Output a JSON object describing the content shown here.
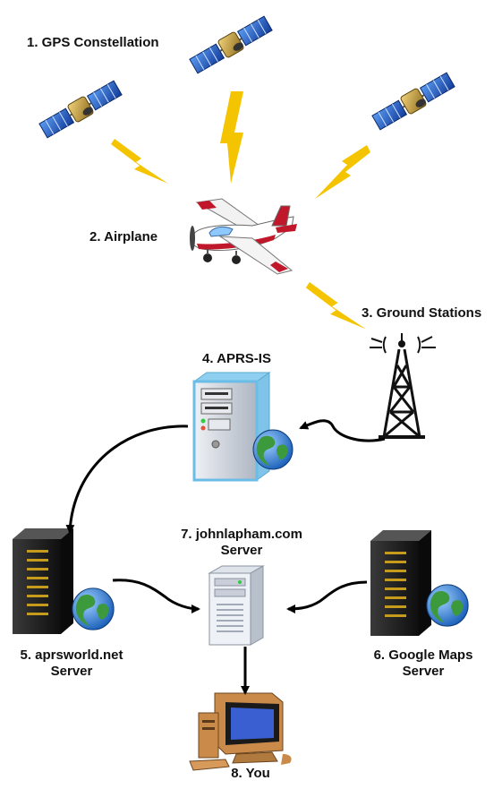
{
  "labels": {
    "gps": "1. GPS Constellation",
    "airplane": "2. Airplane",
    "ground": "3. Ground Stations",
    "aprs_is": "4. APRS-IS",
    "aprsworld_1": "5. aprsworld.net",
    "aprsworld_2": "Server",
    "google_1": "6. Google Maps",
    "google_2": "Server",
    "johnlapham_1": "7. johnlapham.com",
    "johnlapham_2": "Server",
    "you": "8. You"
  },
  "colors": {
    "lightning": "#f5c400",
    "satellite_panel": "#1f5fc8",
    "satellite_body": "#c9a23a",
    "plane_red": "#c0182a",
    "server_dark": "#1c1c1c",
    "server_light": "#d9dde3",
    "globe_ocean": "#2f7fd6",
    "globe_land": "#3c9a3c",
    "monitor_screen": "#3a5fd0",
    "arrow": "#000000"
  },
  "icons": [
    "satellite-icon",
    "lightning-icon",
    "airplane-icon",
    "radio-tower-icon",
    "server-tower-icon",
    "globe-icon",
    "rack-server-icon",
    "computer-icon"
  ]
}
